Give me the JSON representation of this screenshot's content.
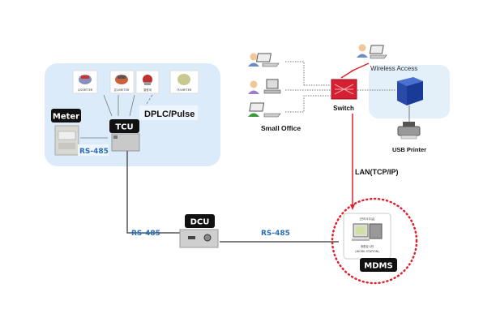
{
  "field_area": {
    "meters": [
      {
        "label": "수도METER"
      },
      {
        "label": "온수METER"
      },
      {
        "label": "열량계"
      },
      {
        "label": "가스METER"
      }
    ],
    "meter_label": "Meter",
    "tcu_label": "TCU",
    "dplc_label": "DPLC/Pulse",
    "rs485_label": "RS-485"
  },
  "dcu": {
    "label": "DCU",
    "rs485_left": "RS-485",
    "rs485_right": "RS-485"
  },
  "mdms": {
    "label": "MDMS",
    "office": "[관리사무실]",
    "station": "종합감시반",
    "station_en": "(WORK STATION)"
  },
  "network": {
    "small_office": "Small Office",
    "switch": "Switch",
    "wireless": "Wireless Access",
    "usb_printer": "USB Printer",
    "lan": "LAN(TCP/IP)"
  },
  "colors": {
    "panel": "#dcebf9",
    "red": "#e0202c",
    "rs": "#2a6db8"
  }
}
